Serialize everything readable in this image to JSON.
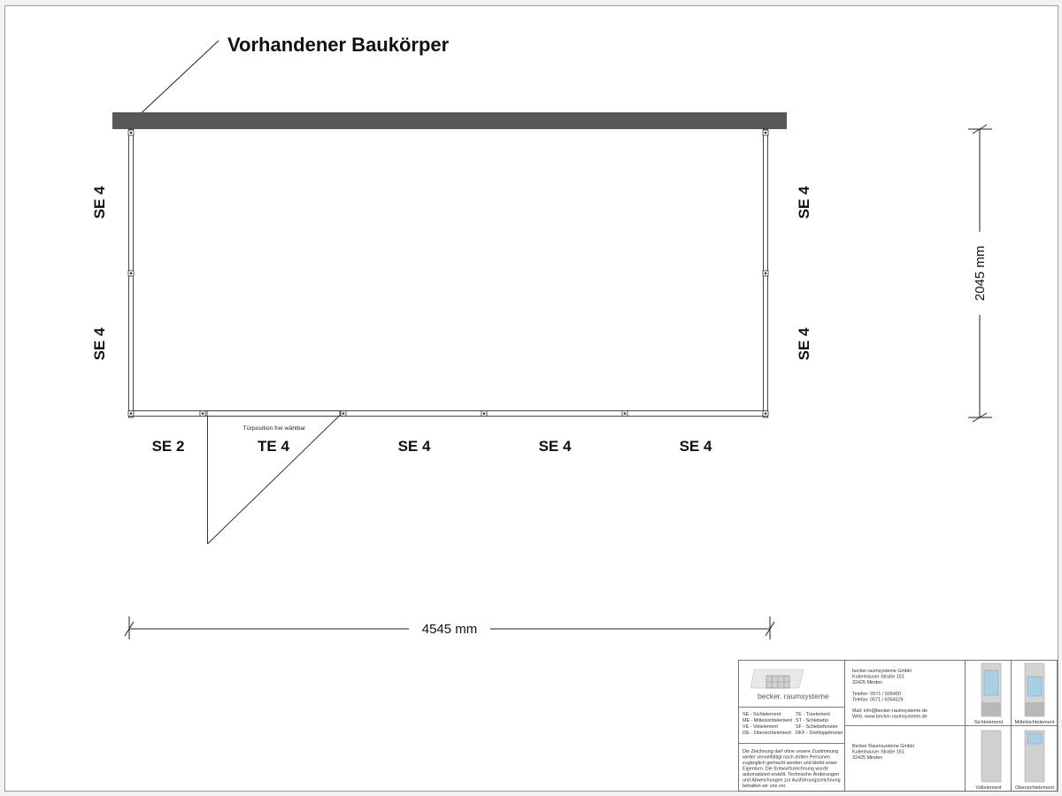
{
  "diagram": {
    "existing_building_label": "Vorhandener Baukörper",
    "walls": {
      "left": [
        "SE 4",
        "SE 4"
      ],
      "right": [
        "SE 4",
        "SE 4"
      ],
      "bottom": [
        "SE 2",
        "TE 4",
        "SE 4",
        "SE 4",
        "SE 4"
      ]
    },
    "door_note": "Türposition frei wählbar",
    "width_dimension": "4545 mm",
    "depth_dimension": "2045 mm"
  },
  "title_block": {
    "logo_text": "becker. raumsysteme",
    "legend": [
      [
        "SE - Sichtelement",
        "TE - Türelement"
      ],
      [
        "ME - Mittelsichtelement",
        "ST - Schiebetür"
      ],
      [
        "VE - Vollelement",
        "SF - Schiebefenster"
      ],
      [
        "OE - Obersichtelement",
        "DKF - Drehkippfenster"
      ]
    ],
    "disclaimer": [
      "Die Zeichnung darf ohne unsere Zustimmung",
      "weder vervielfältigt noch dritten Personen",
      "zugänglich gemacht werden und bleibt unser",
      "Eigentum. Die Entwurfszeichnung wurde",
      "automatisiert erstellt. Technische Änderungen",
      "und Abweichungen zur Ausführungszeichnung",
      "behalten wir uns vor."
    ],
    "company": [
      "becker.raumsysteme GmbH",
      "Kutenhauser Straße 151",
      "32425 Minden",
      "",
      "Telefon: 0571 / 505450",
      "Telefax: 0571 / 5054529",
      "",
      "Mail: info@becker-raumsysteme.de",
      "Web: www.becker-raumsysteme.de"
    ],
    "customer": [
      "Becker Raumsysteme GmbH",
      "Kutenhauser Straße 151",
      "32425 Minden"
    ],
    "element_types": [
      "Sichtelement",
      "Mittelsichtelement",
      "Vollelement",
      "Obersichtelement"
    ]
  }
}
